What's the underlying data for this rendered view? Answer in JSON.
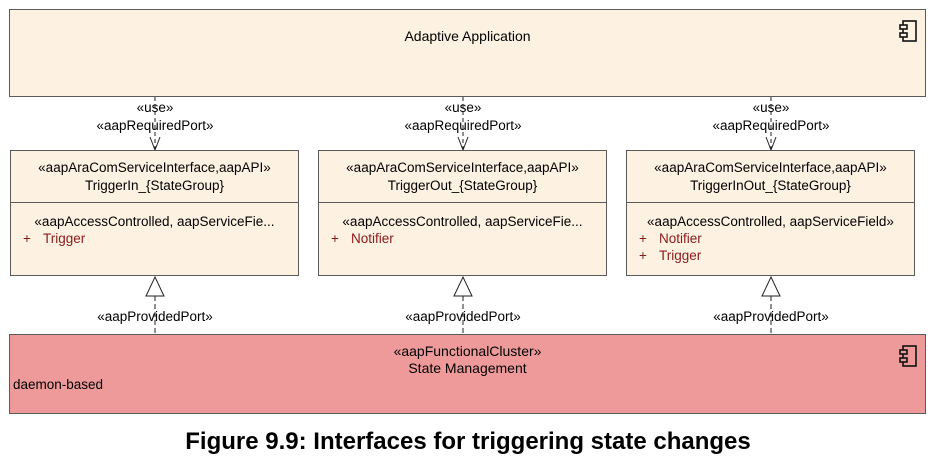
{
  "application": {
    "name": "Adaptive Application"
  },
  "cluster": {
    "stereotype": "«aapFunctionalCluster»",
    "name": "State Management",
    "note": "daemon-based"
  },
  "interfaces": [
    {
      "stereotype": "«aapAraComServiceInterface,aapAPI»",
      "name": "TriggerIn_{StateGroup}",
      "section": "«aapAccessControlled, aapServiceFie...",
      "attributes": [
        "Trigger"
      ]
    },
    {
      "stereotype": "«aapAraComServiceInterface,aapAPI»",
      "name": "TriggerOut_{StateGroup}",
      "section": "«aapAccessControlled, aapServiceFie...",
      "attributes": [
        "Notifier"
      ]
    },
    {
      "stereotype": "«aapAraComServiceInterface,aapAPI»",
      "name": "TriggerInOut_{StateGroup}",
      "section": "«aapAccessControlled, aapServiceField»",
      "attributes": [
        "Notifier",
        "Trigger"
      ]
    }
  ],
  "connectors": {
    "use_label": "«use»",
    "required_label": "«aapRequiredPort»",
    "provided_label": "«aapProvidedPort»",
    "plus": "+"
  },
  "caption": "Figure 9.9: Interfaces for triggering state changes",
  "colors": {
    "component_fill": "#fdf1e2",
    "cluster_fill": "#ee9a9a",
    "attribute_text": "#8b1a1a",
    "border": "#5a5a5a"
  },
  "icons": [
    "component-icon"
  ]
}
